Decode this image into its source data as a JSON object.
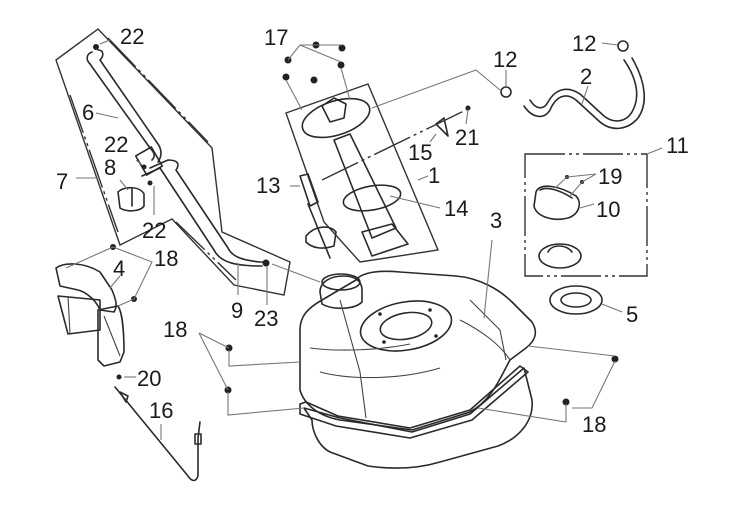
{
  "diagram": {
    "type": "exploded parts diagram",
    "subject": "fuel tank assembly",
    "callouts": [
      {
        "id": "c22a",
        "label": "22"
      },
      {
        "id": "c6",
        "label": "6"
      },
      {
        "id": "c22b",
        "label": "22"
      },
      {
        "id": "c8",
        "label": "8"
      },
      {
        "id": "c7",
        "label": "7"
      },
      {
        "id": "c22c",
        "label": "22"
      },
      {
        "id": "c18a",
        "label": "18"
      },
      {
        "id": "c4",
        "label": "4"
      },
      {
        "id": "c9",
        "label": "9"
      },
      {
        "id": "c23",
        "label": "23"
      },
      {
        "id": "c17",
        "label": "17"
      },
      {
        "id": "c13",
        "label": "13"
      },
      {
        "id": "c15",
        "label": "15"
      },
      {
        "id": "c1",
        "label": "1"
      },
      {
        "id": "c14",
        "label": "14"
      },
      {
        "id": "c21",
        "label": "21"
      },
      {
        "id": "c12a",
        "label": "12"
      },
      {
        "id": "c12b",
        "label": "12"
      },
      {
        "id": "c2",
        "label": "2"
      },
      {
        "id": "c11",
        "label": "11"
      },
      {
        "id": "c19",
        "label": "19"
      },
      {
        "id": "c10",
        "label": "10"
      },
      {
        "id": "c3",
        "label": "3"
      },
      {
        "id": "c5",
        "label": "5"
      },
      {
        "id": "c18b",
        "label": "18"
      },
      {
        "id": "c18c",
        "label": "18"
      },
      {
        "id": "c20",
        "label": "20"
      },
      {
        "id": "c16",
        "label": "16"
      }
    ]
  }
}
